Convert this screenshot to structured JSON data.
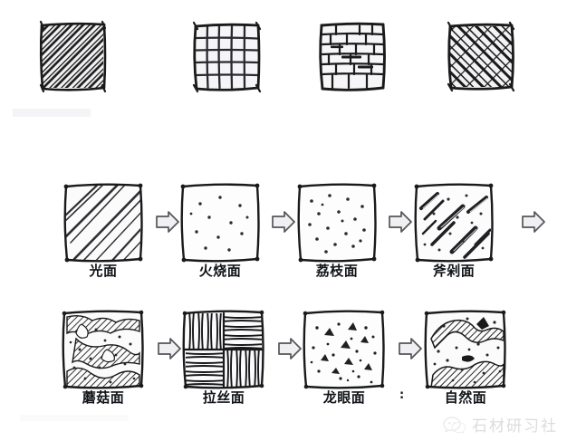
{
  "document": {
    "kind": "hand-drawn-sketch-diagram",
    "background_color": "#ffffff",
    "ink_color": "#1a1a1a"
  },
  "top_row": {
    "caption": "",
    "tiles": [
      {
        "id": "tile-diagonal-mesh",
        "pattern_name": "diagonal-cross-hatch",
        "label": ""
      },
      {
        "id": "tile-square-grid",
        "pattern_name": "orthogonal-grid-tile",
        "label": ""
      },
      {
        "id": "tile-ashlar-masonry",
        "pattern_name": "irregular-stone-masonry",
        "label": ""
      },
      {
        "id": "tile-basket-weave",
        "pattern_name": "diagonal-basket-weave",
        "label": ""
      }
    ]
  },
  "middle_row": {
    "tiles": [
      {
        "id": "finish-polished",
        "label": "光面",
        "pattern_name": "diagonal-parallel-lines"
      },
      {
        "id": "finish-flamed",
        "label": "火烧面",
        "pattern_name": "sparse-dots"
      },
      {
        "id": "finish-bushhammered",
        "label": "荔枝面",
        "pattern_name": "medium-dots"
      },
      {
        "id": "finish-chiseled",
        "label": "斧剁面",
        "pattern_name": "diagonal-chisel-strokes"
      }
    ],
    "arrows": [
      "arrow-right",
      "arrow-right",
      "arrow-right",
      "arrow-right"
    ]
  },
  "bottom_row": {
    "tiles": [
      {
        "id": "finish-mushroom",
        "label": "蘑菇面",
        "pattern_name": "rough-mushroom-relief"
      },
      {
        "id": "finish-brushed",
        "label": "拉丝面",
        "pattern_name": "quadrant-brushed-lines"
      },
      {
        "id": "finish-longan",
        "label": "龙眼面",
        "pattern_name": "scattered-chips"
      },
      {
        "id": "finish-natural",
        "label": "自然面",
        "pattern_name": "natural-cleft-relief"
      }
    ],
    "arrows": [
      "arrow-right",
      "arrow-right",
      "arrow-right"
    ],
    "separator": ":"
  },
  "watermarks": {
    "bottom_right_text": "石材研习社",
    "bottom_right_icon": "wechat-bubble-icon",
    "bottom_left_text": "",
    "top_left_text": ""
  }
}
